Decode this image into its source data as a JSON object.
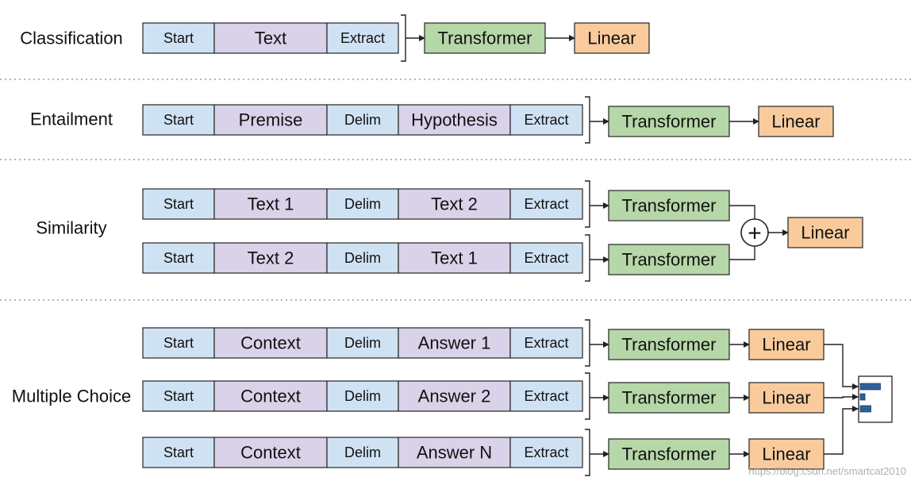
{
  "colors": {
    "token": "#cfe2f3",
    "text": "#d9d2e9",
    "transformer": "#b6d7a8",
    "linear": "#f9cb9c",
    "softmax_bar": "#2f5f9a"
  },
  "tasks": [
    {
      "label": "Classification",
      "rows": [
        {
          "segments": [
            "Start",
            "Text",
            "Extract"
          ],
          "transformer": "Transformer"
        }
      ],
      "combine": "direct",
      "linear": [
        "Linear"
      ]
    },
    {
      "label": "Entailment",
      "rows": [
        {
          "segments": [
            "Start",
            "Premise",
            "Delim",
            "Hypothesis",
            "Extract"
          ],
          "transformer": "Transformer"
        }
      ],
      "combine": "direct",
      "linear": [
        "Linear"
      ]
    },
    {
      "label": "Similarity",
      "rows": [
        {
          "segments": [
            "Start",
            "Text 1",
            "Delim",
            "Text 2",
            "Extract"
          ],
          "transformer": "Transformer"
        },
        {
          "segments": [
            "Start",
            "Text 2",
            "Delim",
            "Text 1",
            "Extract"
          ],
          "transformer": "Transformer"
        }
      ],
      "combine": "sum",
      "combine_symbol": "+",
      "linear": [
        "Linear"
      ]
    },
    {
      "label": "Multiple Choice",
      "rows": [
        {
          "segments": [
            "Start",
            "Context",
            "Delim",
            "Answer 1",
            "Extract"
          ],
          "transformer": "Transformer"
        },
        {
          "segments": [
            "Start",
            "Context",
            "Delim",
            "Answer 2",
            "Extract"
          ],
          "transformer": "Transformer"
        },
        {
          "segments": [
            "Start",
            "Context",
            "Delim",
            "Answer N",
            "Extract"
          ],
          "transformer": "Transformer"
        }
      ],
      "combine": "softmax",
      "linear": [
        "Linear",
        "Linear",
        "Linear"
      ],
      "softmax_values": [
        0.85,
        0.2,
        0.45
      ]
    }
  ],
  "watermark": "https://blog.csdn.net/smartcat2010"
}
